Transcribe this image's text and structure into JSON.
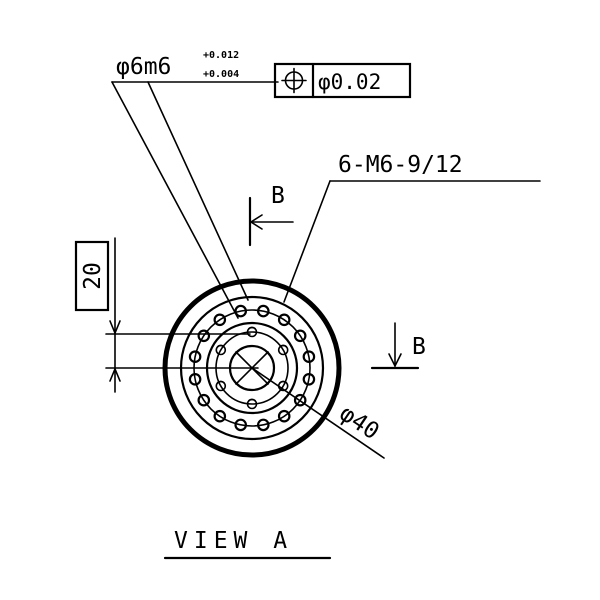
{
  "drawing": {
    "fit_tolerance": {
      "diameter_label": "φ6m6",
      "upper_deviation": "+0.012",
      "lower_deviation": "+0.004"
    },
    "position_frame": {
      "symbol": "position-symbol",
      "tolerance": "φ0.02"
    },
    "thread_callout": "6-M6-9/12",
    "section_top_label": "B",
    "section_right_label": "B",
    "depth_dimension": "20",
    "outer_diameter": "φ40",
    "view_title": "VIEW A"
  }
}
